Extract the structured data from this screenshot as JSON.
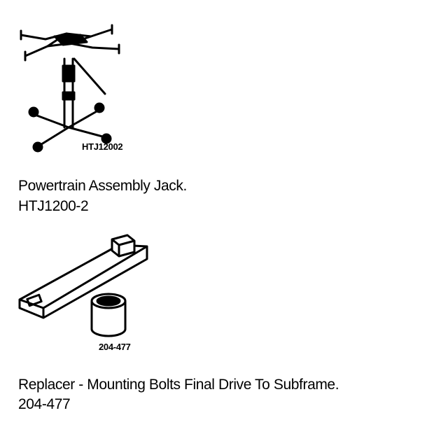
{
  "tools": [
    {
      "figure_label": "HTJ12002",
      "name": "Powertrain Assembly Jack.",
      "part_number": "HTJ1200-2"
    },
    {
      "figure_label": "204-477",
      "name": "Replacer - Mounting Bolts Final Drive To Subframe.",
      "part_number": "204-477"
    }
  ]
}
